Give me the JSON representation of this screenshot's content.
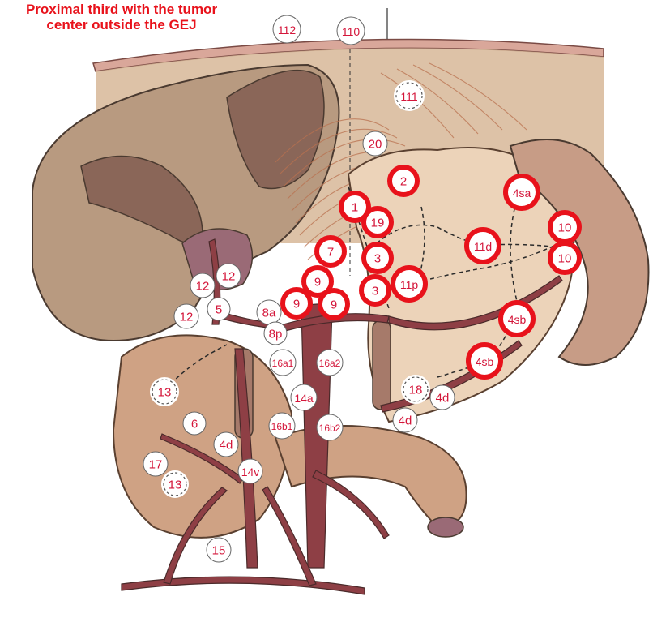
{
  "title": {
    "line1": "Proximal third with the tumor",
    "line2": "center outside the GEJ"
  },
  "colors": {
    "title": "#e8121b",
    "highlight_ring": "#e8121b",
    "label": "#d4163a",
    "vessel": "#8e3f45",
    "organ_liver": "#b89a80",
    "organ_stomach": "#ecd3b9",
    "pancreas": "#cfa284"
  },
  "stations": [
    {
      "id": "s112",
      "label": "112",
      "style": "plain"
    },
    {
      "id": "s110",
      "label": "110",
      "style": "plain"
    },
    {
      "id": "s111",
      "label": "111",
      "style": "dashed"
    },
    {
      "id": "s20",
      "label": "20",
      "style": "plain"
    },
    {
      "id": "s2",
      "label": "2",
      "style": "highlight"
    },
    {
      "id": "s1",
      "label": "1",
      "style": "highlight"
    },
    {
      "id": "s19",
      "label": "19",
      "style": "highlight"
    },
    {
      "id": "s4sa",
      "label": "4sa",
      "style": "highlight"
    },
    {
      "id": "s10a",
      "label": "10",
      "style": "highlight"
    },
    {
      "id": "s11d",
      "label": "11d",
      "style": "highlight"
    },
    {
      "id": "s10b",
      "label": "10",
      "style": "highlight"
    },
    {
      "id": "s7",
      "label": "7",
      "style": "highlight"
    },
    {
      "id": "s3a",
      "label": "3",
      "style": "highlight"
    },
    {
      "id": "s9a",
      "label": "9",
      "style": "highlight"
    },
    {
      "id": "s11p",
      "label": "11p",
      "style": "highlight"
    },
    {
      "id": "s3b",
      "label": "3",
      "style": "highlight"
    },
    {
      "id": "s9b",
      "label": "9",
      "style": "highlight"
    },
    {
      "id": "s9c",
      "label": "9",
      "style": "highlight"
    },
    {
      "id": "s4sb",
      "label": "4sb",
      "style": "highlight"
    },
    {
      "id": "s4sb2",
      "label": "4sb",
      "style": "highlight"
    },
    {
      "id": "s12a",
      "label": "12",
      "style": "plain"
    },
    {
      "id": "s12b",
      "label": "12",
      "style": "plain"
    },
    {
      "id": "s12c",
      "label": "12",
      "style": "plain"
    },
    {
      "id": "s5",
      "label": "5",
      "style": "plain"
    },
    {
      "id": "s8a",
      "label": "8a",
      "style": "plain"
    },
    {
      "id": "s8p",
      "label": "8p",
      "style": "plain"
    },
    {
      "id": "s16a1",
      "label": "16a1",
      "style": "plain"
    },
    {
      "id": "s16a2",
      "label": "16a2",
      "style": "plain"
    },
    {
      "id": "s13a",
      "label": "13",
      "style": "dashed"
    },
    {
      "id": "s14a",
      "label": "14a",
      "style": "plain"
    },
    {
      "id": "s18",
      "label": "18",
      "style": "dashed"
    },
    {
      "id": "s4d",
      "label": "4d",
      "style": "plain"
    },
    {
      "id": "s4db",
      "label": "4d",
      "style": "plain"
    },
    {
      "id": "s6",
      "label": "6",
      "style": "plain"
    },
    {
      "id": "s16b1",
      "label": "16b1",
      "style": "plain"
    },
    {
      "id": "s16b2",
      "label": "16b2",
      "style": "plain"
    },
    {
      "id": "s4dc",
      "label": "4d",
      "style": "plain"
    },
    {
      "id": "s17",
      "label": "17",
      "style": "plain"
    },
    {
      "id": "s14v",
      "label": "14v",
      "style": "plain"
    },
    {
      "id": "s13b",
      "label": "13",
      "style": "dashed"
    },
    {
      "id": "s15",
      "label": "15",
      "style": "plain"
    }
  ]
}
